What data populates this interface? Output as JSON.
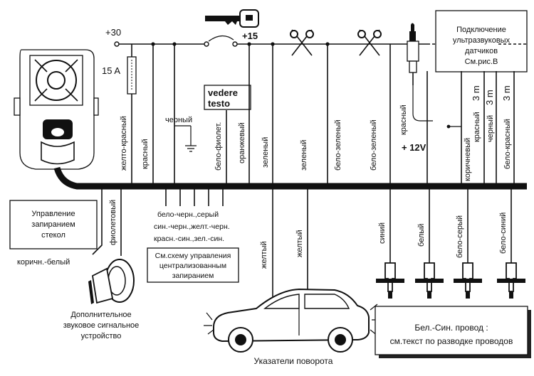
{
  "power": {
    "plus30": "+30",
    "fuse": "15 A",
    "plus15": "+15",
    "plus12": "+ 12V"
  },
  "note_vedere": [
    "vedere",
    "testo"
  ],
  "ultrasonic": [
    "Подключение",
    "ультразвуковых",
    "датчиков",
    "См.рис.B"
  ],
  "window_box": [
    "Управление",
    "запиранием",
    "стекол"
  ],
  "central_lock": {
    "wires": [
      "бело-черн.,серый",
      "син.-черн.,желт.-черн.",
      "красн.-син.,зел.-син."
    ],
    "box": [
      "См.схему управления",
      "централизованным",
      "запиранием"
    ]
  },
  "wires_top": {
    "yellow_red": "желто-красный",
    "red": "красный",
    "black": "черный",
    "white_violet": "бело-фиолет.",
    "orange": "оранжевый",
    "green1": "зеленый",
    "green2": "зеленый",
    "white_green1": "бело-зеленый",
    "white_green2": "бело-зеленый",
    "red_sensor": "красный",
    "brown": "коричневый",
    "red_3m": "красный",
    "black_3m": "черный",
    "white_red_3m": "бело-красный",
    "three_m": "3 m"
  },
  "wires_bottom": {
    "violet": "фиолетовый",
    "brown_white": "коричн.-белый",
    "yellow1": "желтый",
    "yellow2": "желтый",
    "blue": "синий",
    "white": "белый",
    "white_grey": "бело-серый",
    "white_blue": "бело-синий"
  },
  "siren_caption": [
    "Дополнительное",
    "звуковое сигнальное",
    "устройство"
  ],
  "car_caption": "Указатели поворота",
  "info_box": [
    "Бел.-Син. провод :",
    "см.текст по разводке проводов"
  ]
}
